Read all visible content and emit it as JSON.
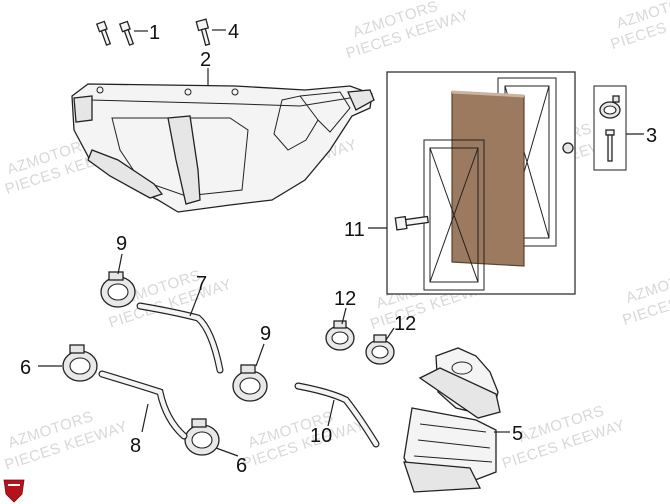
{
  "watermark": {
    "line1": "AZMOTORS",
    "line2": "PIECES KEEWAY"
  },
  "callouts": {
    "p1": "1",
    "p2": "2",
    "p3": "3",
    "p4": "4",
    "p5": "5",
    "p6a": "6",
    "p6b": "6",
    "p7": "7",
    "p8": "8",
    "p9a": "9",
    "p9b": "9",
    "p10": "10",
    "p11": "11",
    "p12a": "12",
    "p12b": "12"
  },
  "colors": {
    "filter_element": "#9b7a60",
    "logo": "#b5121b"
  }
}
